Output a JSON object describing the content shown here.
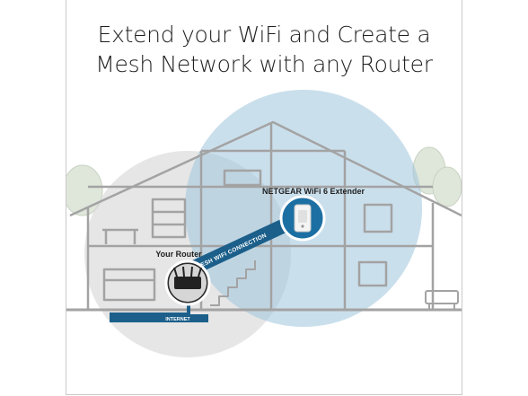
{
  "headline": {
    "line1": "Extend your WiFi and Create a",
    "line2": "Mesh Network with any Router"
  },
  "labels": {
    "extender": "NETGEAR WiFi 6 Extender",
    "router": "Your Router",
    "mesh_connection": "MESH WIFI CONNECTION",
    "internet": "INTERNET"
  },
  "colors": {
    "router_coverage": "#d9d9d9",
    "extender_coverage": "#9fc5dc",
    "connection_band": "#1b5f8a",
    "house_lines": "#a3a3a3",
    "device_badge": "#1c6fa3"
  },
  "icons": [
    "house-outline",
    "router-icon",
    "extender-icon",
    "tree-icon",
    "sofa-icon"
  ]
}
